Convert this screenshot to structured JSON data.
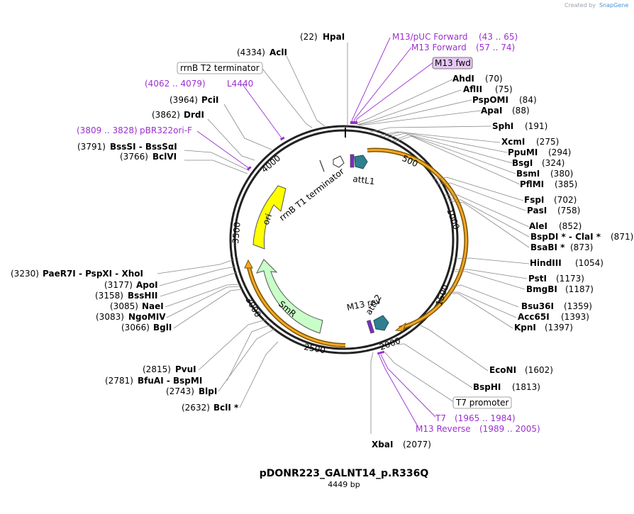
{
  "credit": "Created by",
  "credit_brand": "SnapGene",
  "title": "pDONR223_GALNT14_p.R336Q",
  "length": "4449 bp",
  "enzymes": [
    {
      "name": "HpaI",
      "pos": "(22)"
    },
    {
      "name": "AclI",
      "pos": "(4334)"
    },
    {
      "name": "PciI",
      "pos": "(3964)"
    },
    {
      "name": "DrdI",
      "pos": "(3862)"
    },
    {
      "name": "BssSI - BssSαI",
      "pos": "(3791)"
    },
    {
      "name": "BclVI",
      "pos": "(3766)"
    },
    {
      "name": "AhdI",
      "pos": "(70)"
    },
    {
      "name": "AflII",
      "pos": "(75)"
    },
    {
      "name": "PspOMI",
      "pos": "(84)"
    },
    {
      "name": "ApaI",
      "pos": "(88)"
    },
    {
      "name": "SphI",
      "pos": "(191)"
    },
    {
      "name": "XcmI",
      "pos": "(275)"
    },
    {
      "name": "PpuMI",
      "pos": "(294)"
    },
    {
      "name": "BsgI",
      "pos": "(324)"
    },
    {
      "name": "BsmI",
      "pos": "(380)"
    },
    {
      "name": "PflMI",
      "pos": "(385)"
    },
    {
      "name": "FspI",
      "pos": "(702)"
    },
    {
      "name": "PasI",
      "pos": "(758)"
    },
    {
      "name": "AleI",
      "pos": "(852)"
    },
    {
      "name": "BspDI * - ClaI *",
      "pos": "(871)"
    },
    {
      "name": "BsaBI *",
      "pos": "(873)"
    },
    {
      "name": "HindIII",
      "pos": "(1054)"
    },
    {
      "name": "PstI",
      "pos": "(1173)"
    },
    {
      "name": "BmgBI",
      "pos": "(1187)"
    },
    {
      "name": "Bsu36I",
      "pos": "(1359)"
    },
    {
      "name": "Acc65I",
      "pos": "(1393)"
    },
    {
      "name": "KpnI",
      "pos": "(1397)"
    },
    {
      "name": "EcoNI",
      "pos": "(1602)"
    },
    {
      "name": "BspHI",
      "pos": "(1813)"
    },
    {
      "name": "XbaI",
      "pos": "(2077)"
    },
    {
      "name": "PaeR7I - PspXI - XhoI",
      "pos": "(3230)"
    },
    {
      "name": "ApoI",
      "pos": "(3177)"
    },
    {
      "name": "BssHII",
      "pos": "(3158)"
    },
    {
      "name": "NaeI",
      "pos": "(3085)"
    },
    {
      "name": "NgoMIV",
      "pos": "(3083)"
    },
    {
      "name": "BglI",
      "pos": "(3066)"
    },
    {
      "name": "PvuI",
      "pos": "(2815)"
    },
    {
      "name": "BfuAI - BspMI",
      "pos": "(2781)"
    },
    {
      "name": "BlpI",
      "pos": "(2743)"
    },
    {
      "name": "BclI *",
      "pos": "(2632)"
    }
  ],
  "primers": [
    {
      "name": "M13/pUC Forward",
      "range": "(43 .. 65)"
    },
    {
      "name": "M13 Forward",
      "range": "(57 .. 74)"
    },
    {
      "name": "L4440",
      "range": "(4062 .. 4079)"
    },
    {
      "name": "pBR322ori-F",
      "range": "(3809 .. 3828)"
    },
    {
      "name": "T7",
      "range": "(1965 .. 1984)"
    },
    {
      "name": "M13 Reverse",
      "range": "(1989 .. 2005)"
    }
  ],
  "boxed": {
    "m13fwd": "M13 fwd",
    "rrnb_t2": "rrnB T2 terminator",
    "t7_promoter": "T7 promoter"
  },
  "features": {
    "attL1": "attL1",
    "attL2": "attL2",
    "m13rev": "M13 rev",
    "rrnb_t1": "rrnB T1 terminator",
    "ori": "ori",
    "smr": "SmR"
  },
  "ticks": [
    "500",
    "1000",
    "1500",
    "2000",
    "2500",
    "3000",
    "3500",
    "4000"
  ],
  "colors": {
    "primer": "#9b30d0",
    "ori": "#ffff00",
    "smr": "#c8ffc8",
    "att": "#2f7f8f",
    "insert": "#f5a623"
  }
}
